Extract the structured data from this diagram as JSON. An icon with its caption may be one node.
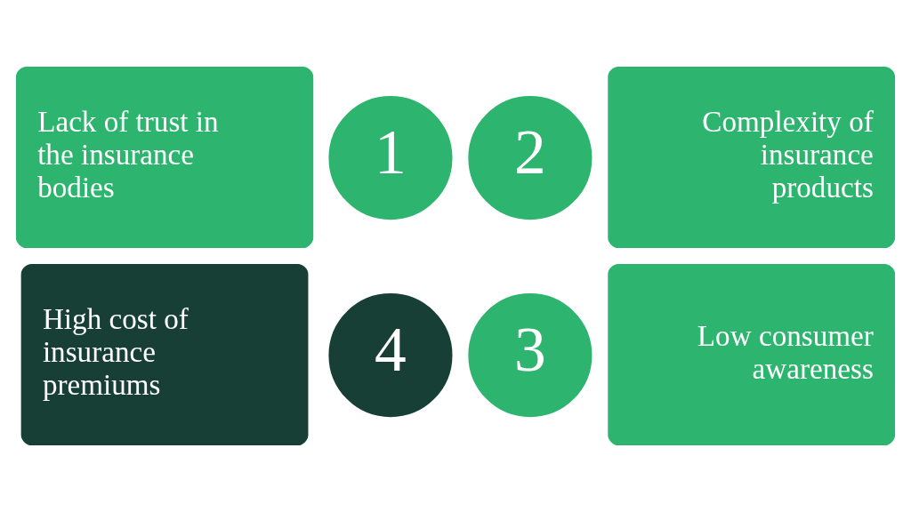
{
  "diagram": {
    "nodes": [
      {
        "text": [
          "Lack of trust in the insurance bodies"
        ]
      },
      {
        "text": [
          "1"
        ]
      },
      {
        "text": [
          "2"
        ]
      },
      {
        "text": [
          "Complexity of insurance products"
        ]
      },
      {
        "text": [
          "High cost of insurance premiums"
        ]
      },
      {
        "text": [
          "4"
        ]
      },
      {
        "text": [
          "3"
        ]
      },
      {
        "text": [
          "Low consumer awareness"
        ]
      }
    ]
  }
}
